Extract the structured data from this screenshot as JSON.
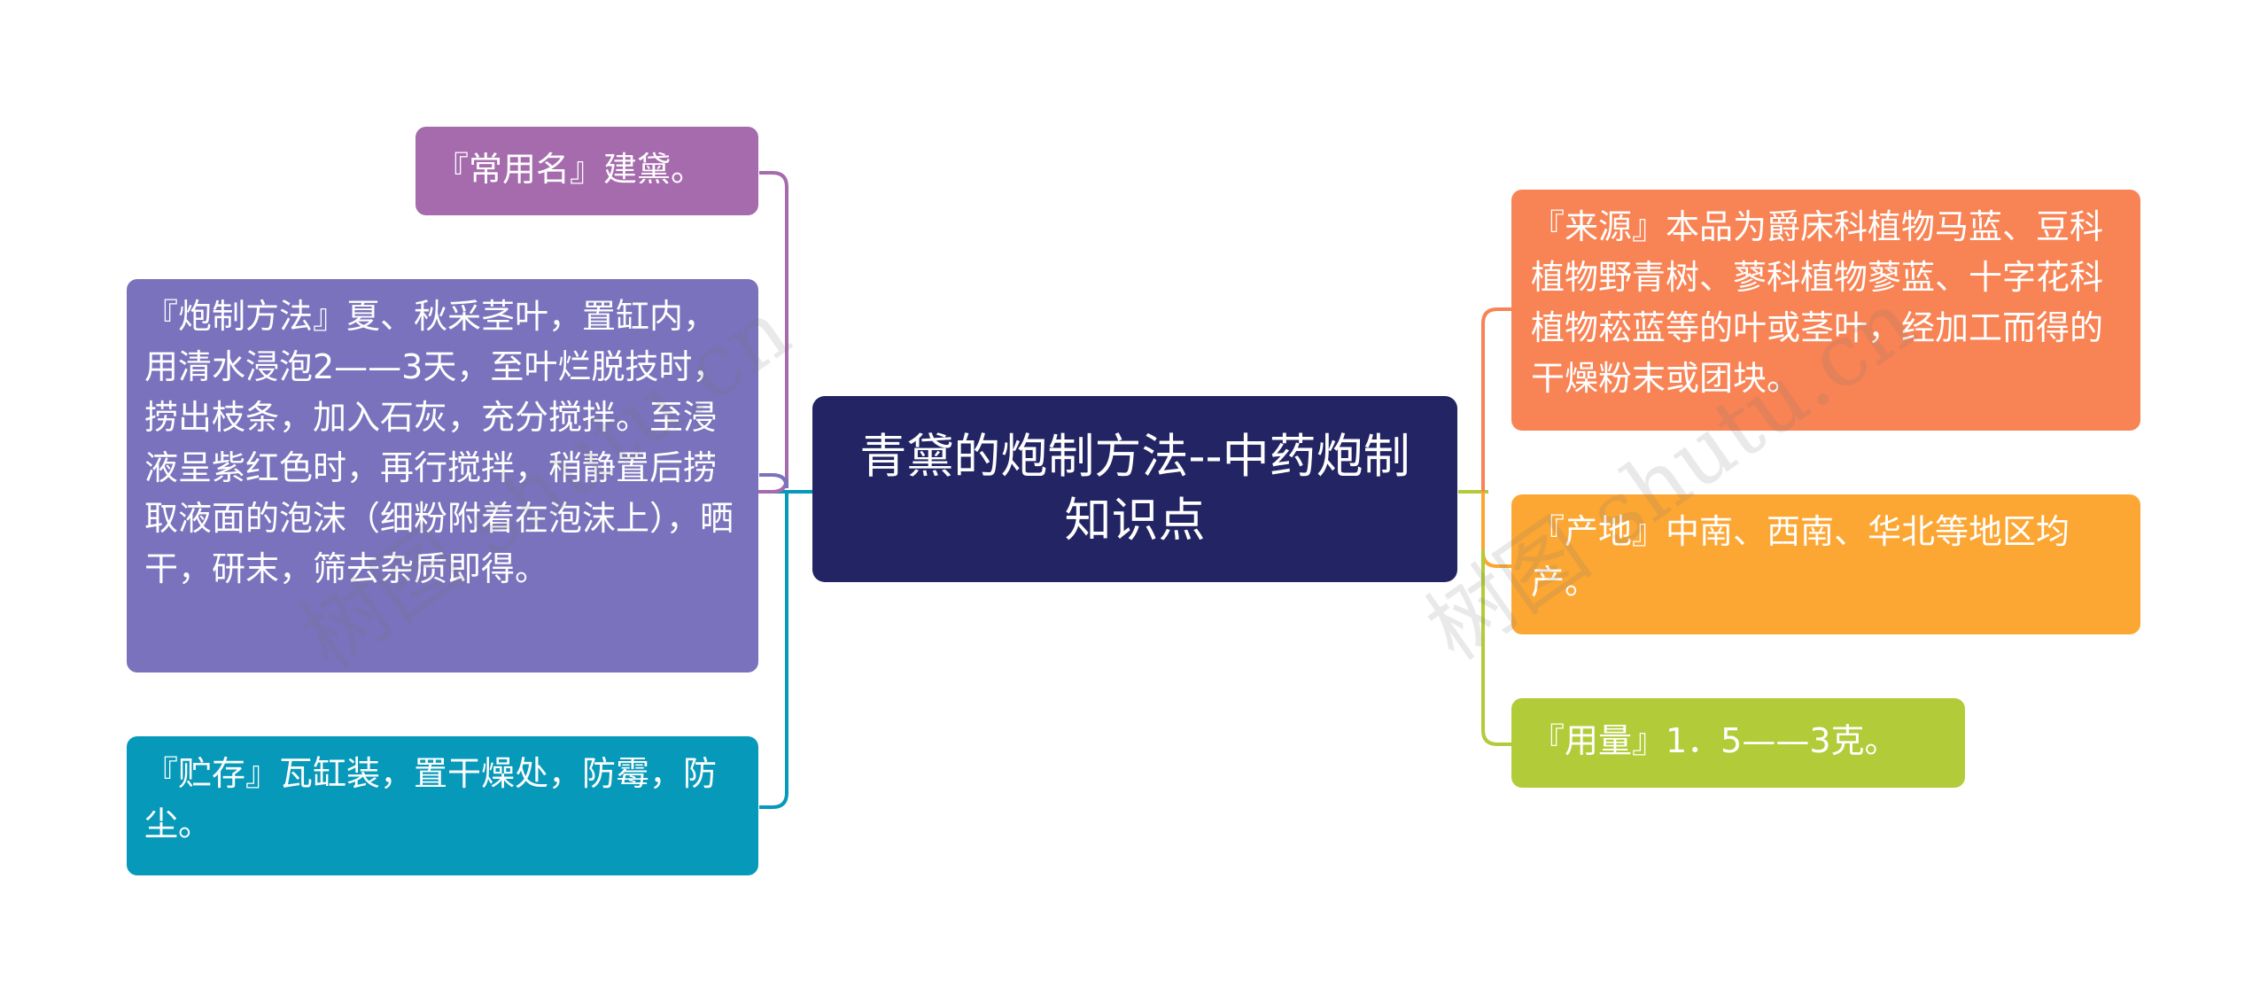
{
  "colors": {
    "center": "#222463",
    "common_name": "#a56bad",
    "processing": "#7a72bc",
    "storage": "#0799b9",
    "source": "#f88355",
    "origin": "#fca734",
    "dosage": "#b2cb39",
    "line_left_top": "#a56bad",
    "line_left_mid": "#7a72bc",
    "line_left_bottom": "#0799b9",
    "line_center_left": "#0799b9",
    "line_center_right": "#b2cb39",
    "line_right_top": "#f88355",
    "line_right_mid": "#fca734",
    "line_right_bottom": "#b2cb39"
  },
  "center": {
    "title": "青黛的炮制方法--中药炮制知识点"
  },
  "left_nodes": [
    {
      "id": "common-name",
      "text": "『常用名』建黛。"
    },
    {
      "id": "processing",
      "text": "『炮制方法』夏、秋采茎叶，置缸内，用清水浸泡2——3天，至叶烂脱技时，捞出枝条，加入石灰，充分搅拌。至浸液呈紫红色时，再行搅拌，稍静置后捞取液面的泡沫（细粉附着在泡沫上），晒干，研末，筛去杂质即得。"
    },
    {
      "id": "storage",
      "text": "『贮存』瓦缸装，置干燥处，防霉，防尘。"
    }
  ],
  "right_nodes": [
    {
      "id": "source",
      "text": "『来源』本品为爵床科植物马蓝、豆科植物野青树、蓼科植物蓼蓝、十字花科植物菘蓝等的叶或茎叶，经加工而得的干燥粉末或团块。"
    },
    {
      "id": "origin",
      "text": "『产地』中南、西南、华北等地区均产。"
    },
    {
      "id": "dosage",
      "text": "『用量』1．5——3克。"
    }
  ],
  "watermarks": [
    "树图 shutu.cn",
    "树图 shutu.cn"
  ]
}
